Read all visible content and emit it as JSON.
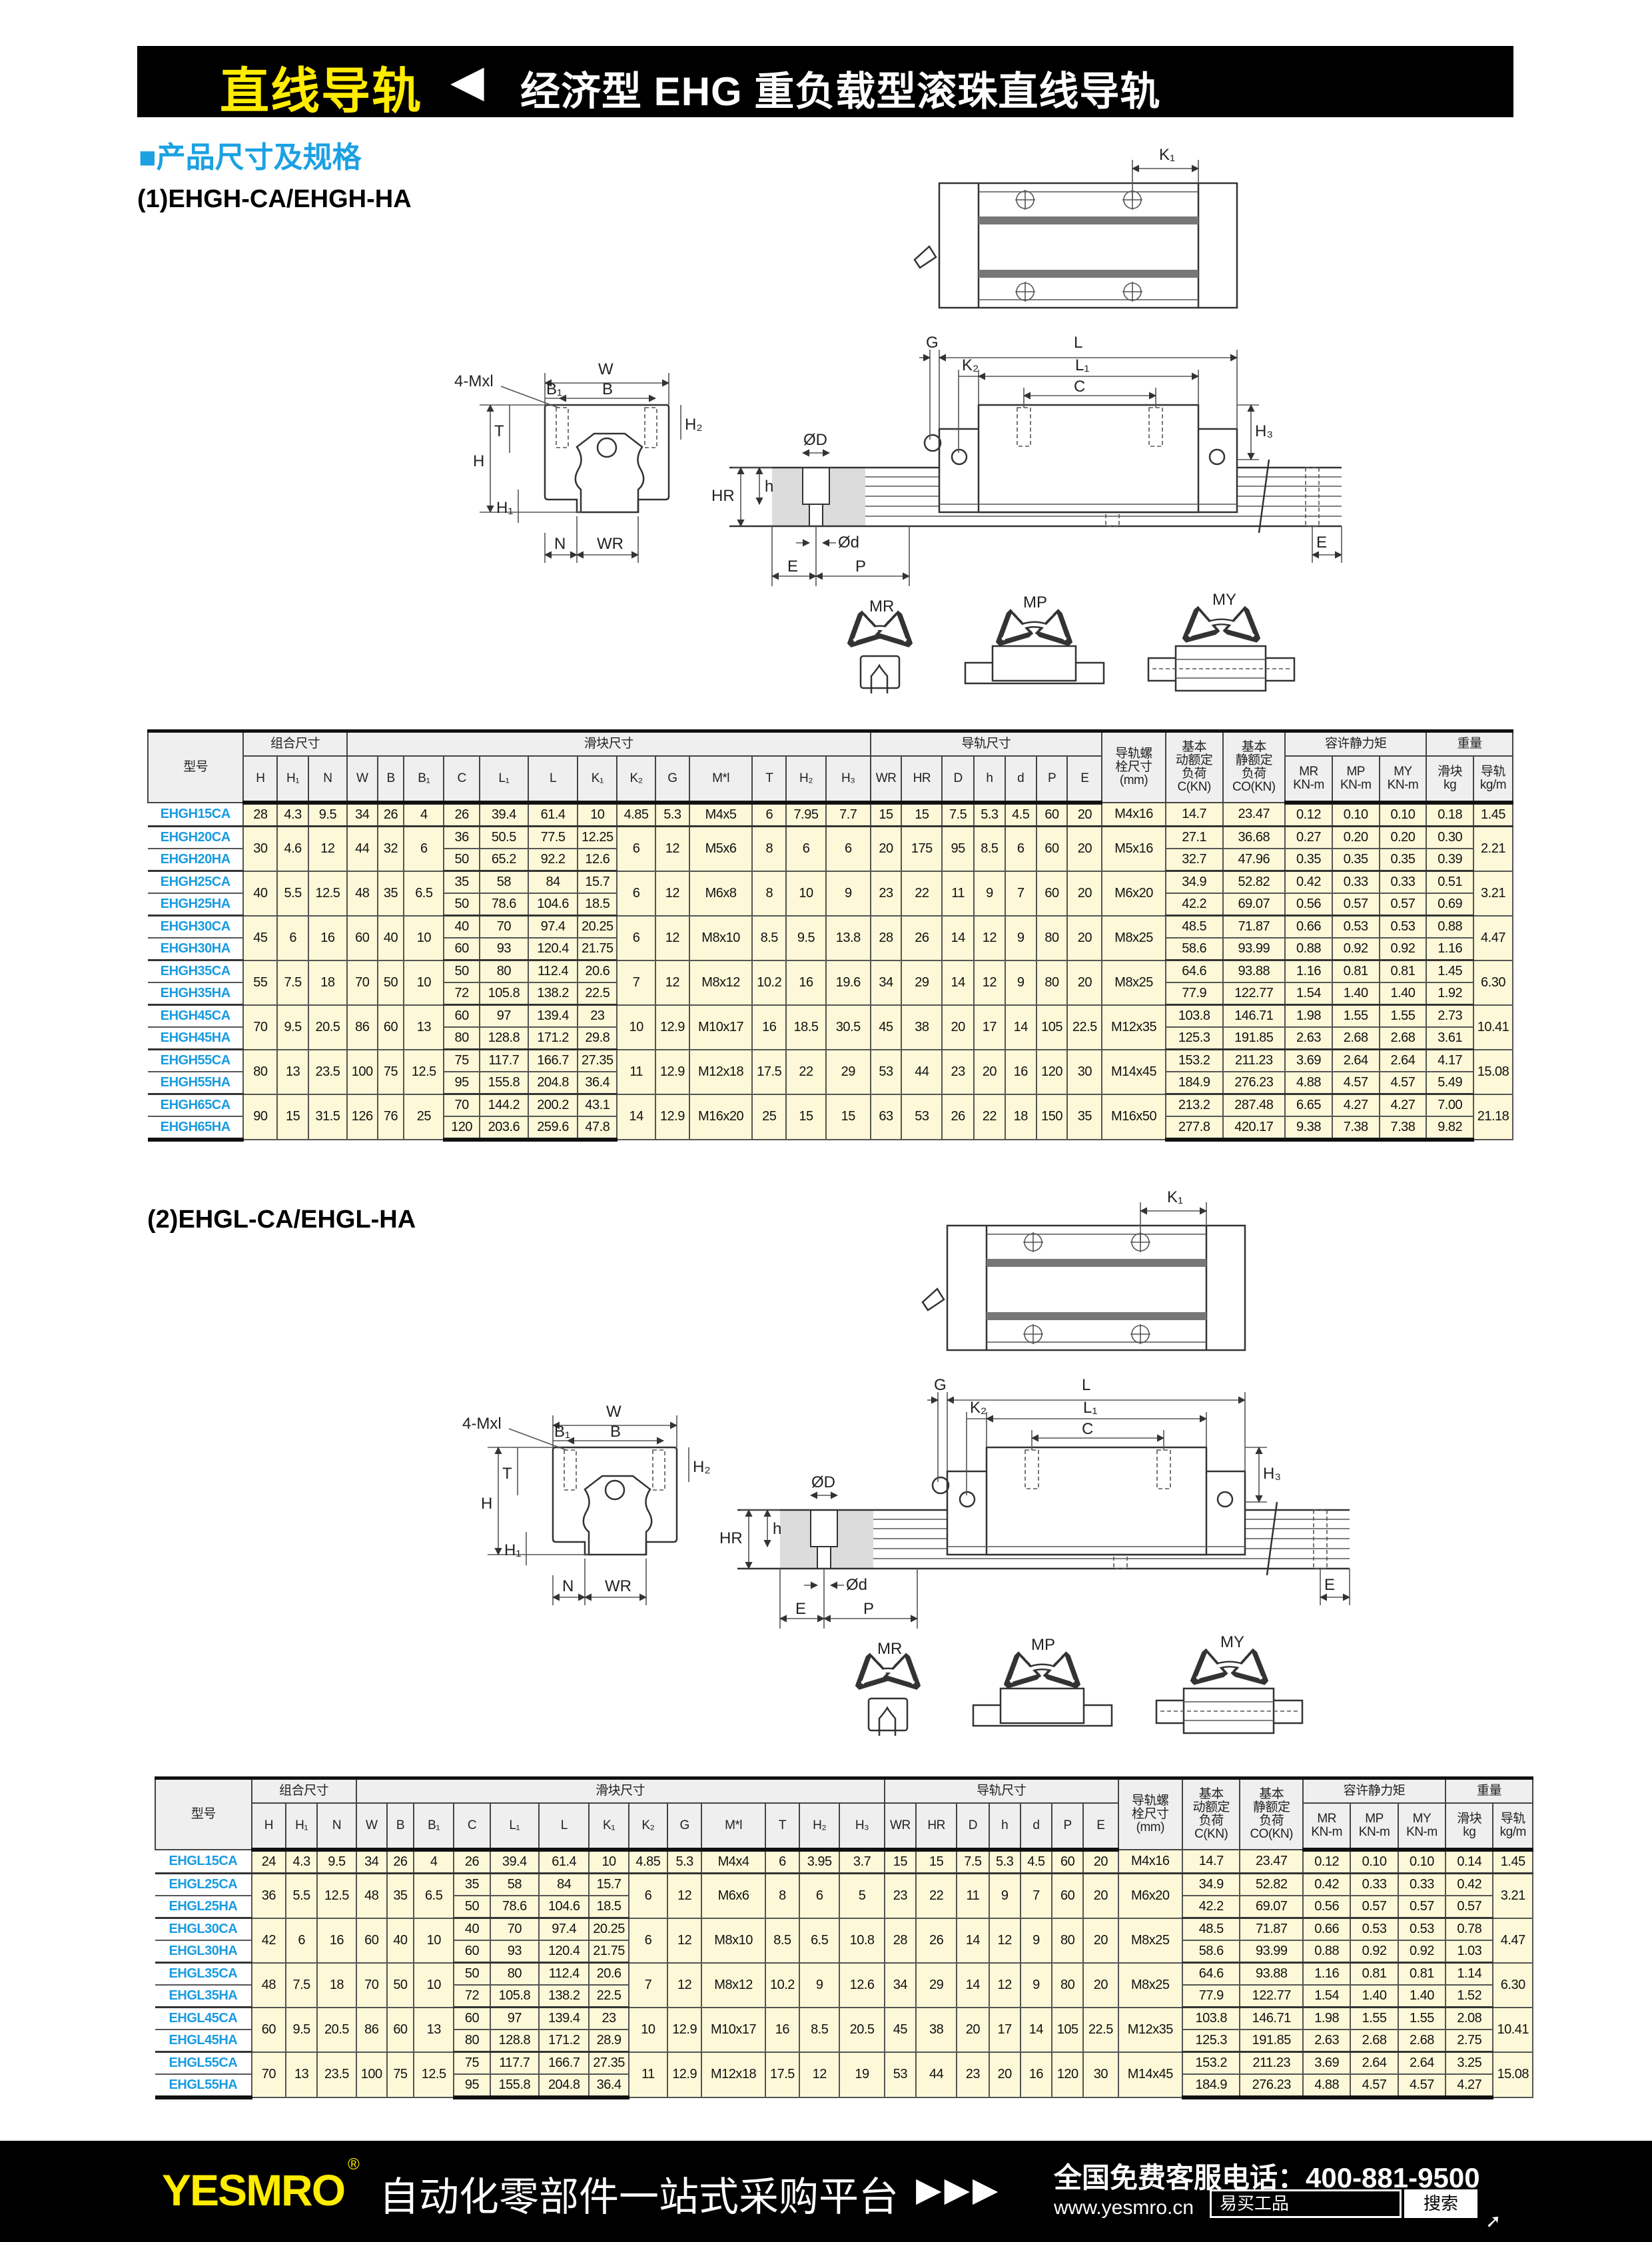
{
  "header": {
    "category": "直线导轨",
    "arrow": "◀",
    "title": "经济型 EHG 重负载型滚珠直线导轨"
  },
  "section_title": "■产品尺寸及规格",
  "series": [
    {
      "title": "(1)EHGH-CA/EHGH-HA"
    },
    {
      "title": "(2)EHGL-CA/EHGL-HA"
    }
  ],
  "diagram": {
    "K1": "K₁",
    "W": "W",
    "B1": "B₁",
    "B": "B",
    "Mxl": "4-Mxl",
    "H": "H",
    "T": "T",
    "H1": "H₁",
    "H2": "H₂",
    "N": "N",
    "WR": "WR",
    "G": "G",
    "L": "L",
    "K2": "K₂",
    "L1": "L₁",
    "C": "C",
    "H3": "H₃",
    "OD": "ØD",
    "h": "h",
    "HR": "HR",
    "Od": "Ød",
    "E": "E",
    "P": "P",
    "MR": "MR",
    "MP": "MP",
    "MY": "MY"
  },
  "table_header": {
    "model": "型号",
    "combo": "组合尺寸",
    "slider": "滑块尺寸",
    "rail": "导轨尺寸",
    "bolt": "导轨螺\n栓尺寸\n(mm)",
    "dyn": "基本\n动额定\n负荷\nC(KN)",
    "static": "基本\n静额定\n负荷\nCO(KN)",
    "moment": "容许静力矩",
    "weight": "重量",
    "cols": [
      "H",
      "H₁",
      "N",
      "W",
      "B",
      "B₁",
      "C",
      "L₁",
      "L",
      "K₁",
      "K₂",
      "G",
      "M*l",
      "T",
      "H₂",
      "H₃",
      "WR",
      "HR",
      "D",
      "h",
      "d",
      "P",
      "E"
    ],
    "moment_cols": [
      "MR\nKN-m",
      "MP\nKN-m",
      "MY\nKN-m"
    ],
    "weight_cols": [
      "滑块\nkg",
      "导轨\nkg/m"
    ]
  },
  "tables": [
    {
      "groups": [
        {
          "a": [
            "28",
            "4.3",
            "9.5",
            "34",
            "26",
            "4"
          ],
          "b": [
            "4.85",
            "5.3",
            "M4x5",
            "6",
            "7.95",
            "7.7",
            "15",
            "15",
            "7.5",
            "5.3",
            "4.5",
            "60",
            "20",
            "M4x16"
          ],
          "rail": "1.45",
          "rows": [
            [
              "EHGH15CA",
              "26",
              "39.4",
              "61.4",
              "10",
              "14.7",
              "23.47",
              "0.12",
              "0.10",
              "0.10",
              "0.18"
            ]
          ]
        },
        {
          "a": [
            "30",
            "4.6",
            "12",
            "44",
            "32",
            "6"
          ],
          "b": [
            "6",
            "12",
            "M5x6",
            "8",
            "6",
            "6",
            "20",
            "175",
            "95",
            "8.5",
            "6",
            "60",
            "20",
            "M5x16"
          ],
          "rail": "2.21",
          "rows": [
            [
              "EHGH20CA",
              "36",
              "50.5",
              "77.5",
              "12.25",
              "27.1",
              "36.68",
              "0.27",
              "0.20",
              "0.20",
              "0.30"
            ],
            [
              "EHGH20HA",
              "50",
              "65.2",
              "92.2",
              "12.6",
              "32.7",
              "47.96",
              "0.35",
              "0.35",
              "0.35",
              "0.39"
            ]
          ]
        },
        {
          "a": [
            "40",
            "5.5",
            "12.5",
            "48",
            "35",
            "6.5"
          ],
          "b": [
            "6",
            "12",
            "M6x8",
            "8",
            "10",
            "9",
            "23",
            "22",
            "11",
            "9",
            "7",
            "60",
            "20",
            "M6x20"
          ],
          "rail": "3.21",
          "rows": [
            [
              "EHGH25CA",
              "35",
              "58",
              "84",
              "15.7",
              "34.9",
              "52.82",
              "0.42",
              "0.33",
              "0.33",
              "0.51"
            ],
            [
              "EHGH25HA",
              "50",
              "78.6",
              "104.6",
              "18.5",
              "42.2",
              "69.07",
              "0.56",
              "0.57",
              "0.57",
              "0.69"
            ]
          ]
        },
        {
          "a": [
            "45",
            "6",
            "16",
            "60",
            "40",
            "10"
          ],
          "b": [
            "6",
            "12",
            "M8x10",
            "8.5",
            "9.5",
            "13.8",
            "28",
            "26",
            "14",
            "12",
            "9",
            "80",
            "20",
            "M8x25"
          ],
          "rail": "4.47",
          "rows": [
            [
              "EHGH30CA",
              "40",
              "70",
              "97.4",
              "20.25",
              "48.5",
              "71.87",
              "0.66",
              "0.53",
              "0.53",
              "0.88"
            ],
            [
              "EHGH30HA",
              "60",
              "93",
              "120.4",
              "21.75",
              "58.6",
              "93.99",
              "0.88",
              "0.92",
              "0.92",
              "1.16"
            ]
          ]
        },
        {
          "a": [
            "55",
            "7.5",
            "18",
            "70",
            "50",
            "10"
          ],
          "b": [
            "7",
            "12",
            "M8x12",
            "10.2",
            "16",
            "19.6",
            "34",
            "29",
            "14",
            "12",
            "9",
            "80",
            "20",
            "M8x25"
          ],
          "rail": "6.30",
          "rows": [
            [
              "EHGH35CA",
              "50",
              "80",
              "112.4",
              "20.6",
              "64.6",
              "93.88",
              "1.16",
              "0.81",
              "0.81",
              "1.45"
            ],
            [
              "EHGH35HA",
              "72",
              "105.8",
              "138.2",
              "22.5",
              "77.9",
              "122.77",
              "1.54",
              "1.40",
              "1.40",
              "1.92"
            ]
          ]
        },
        {
          "a": [
            "70",
            "9.5",
            "20.5",
            "86",
            "60",
            "13"
          ],
          "b": [
            "10",
            "12.9",
            "M10x17",
            "16",
            "18.5",
            "30.5",
            "45",
            "38",
            "20",
            "17",
            "14",
            "105",
            "22.5",
            "M12x35"
          ],
          "rail": "10.41",
          "rows": [
            [
              "EHGH45CA",
              "60",
              "97",
              "139.4",
              "23",
              "103.8",
              "146.71",
              "1.98",
              "1.55",
              "1.55",
              "2.73"
            ],
            [
              "EHGH45HA",
              "80",
              "128.8",
              "171.2",
              "29.8",
              "125.3",
              "191.85",
              "2.63",
              "2.68",
              "2.68",
              "3.61"
            ]
          ]
        },
        {
          "a": [
            "80",
            "13",
            "23.5",
            "100",
            "75",
            "12.5"
          ],
          "b": [
            "11",
            "12.9",
            "M12x18",
            "17.5",
            "22",
            "29",
            "53",
            "44",
            "23",
            "20",
            "16",
            "120",
            "30",
            "M14x45"
          ],
          "rail": "15.08",
          "rows": [
            [
              "EHGH55CA",
              "75",
              "117.7",
              "166.7",
              "27.35",
              "153.2",
              "211.23",
              "3.69",
              "2.64",
              "2.64",
              "4.17"
            ],
            [
              "EHGH55HA",
              "95",
              "155.8",
              "204.8",
              "36.4",
              "184.9",
              "276.23",
              "4.88",
              "4.57",
              "4.57",
              "5.49"
            ]
          ]
        },
        {
          "a": [
            "90",
            "15",
            "31.5",
            "126",
            "76",
            "25"
          ],
          "b": [
            "14",
            "12.9",
            "M16x20",
            "25",
            "15",
            "15",
            "63",
            "53",
            "26",
            "22",
            "18",
            "150",
            "35",
            "M16x50"
          ],
          "rail": "21.18",
          "rows": [
            [
              "EHGH65CA",
              "70",
              "144.2",
              "200.2",
              "43.1",
              "213.2",
              "287.48",
              "6.65",
              "4.27",
              "4.27",
              "7.00"
            ],
            [
              "EHGH65HA",
              "120",
              "203.6",
              "259.6",
              "47.8",
              "277.8",
              "420.17",
              "9.38",
              "7.38",
              "7.38",
              "9.82"
            ]
          ]
        }
      ]
    },
    {
      "groups": [
        {
          "a": [
            "24",
            "4.3",
            "9.5",
            "34",
            "26",
            "4"
          ],
          "b": [
            "4.85",
            "5.3",
            "M4x4",
            "6",
            "3.95",
            "3.7",
            "15",
            "15",
            "7.5",
            "5.3",
            "4.5",
            "60",
            "20",
            "M4x16"
          ],
          "rail": "1.45",
          "rows": [
            [
              "EHGL15CA",
              "26",
              "39.4",
              "61.4",
              "10",
              "14.7",
              "23.47",
              "0.12",
              "0.10",
              "0.10",
              "0.14"
            ]
          ]
        },
        {
          "a": [
            "36",
            "5.5",
            "12.5",
            "48",
            "35",
            "6.5"
          ],
          "b": [
            "6",
            "12",
            "M6x6",
            "8",
            "6",
            "5",
            "23",
            "22",
            "11",
            "9",
            "7",
            "60",
            "20",
            "M6x20"
          ],
          "rail": "3.21",
          "rows": [
            [
              "EHGL25CA",
              "35",
              "58",
              "84",
              "15.7",
              "34.9",
              "52.82",
              "0.42",
              "0.33",
              "0.33",
              "0.42"
            ],
            [
              "EHGL25HA",
              "50",
              "78.6",
              "104.6",
              "18.5",
              "42.2",
              "69.07",
              "0.56",
              "0.57",
              "0.57",
              "0.57"
            ]
          ]
        },
        {
          "a": [
            "42",
            "6",
            "16",
            "60",
            "40",
            "10"
          ],
          "b": [
            "6",
            "12",
            "M8x10",
            "8.5",
            "6.5",
            "10.8",
            "28",
            "26",
            "14",
            "12",
            "9",
            "80",
            "20",
            "M8x25"
          ],
          "rail": "4.47",
          "rows": [
            [
              "EHGL30CA",
              "40",
              "70",
              "97.4",
              "20.25",
              "48.5",
              "71.87",
              "0.66",
              "0.53",
              "0.53",
              "0.78"
            ],
            [
              "EHGL30HA",
              "60",
              "93",
              "120.4",
              "21.75",
              "58.6",
              "93.99",
              "0.88",
              "0.92",
              "0.92",
              "1.03"
            ]
          ]
        },
        {
          "a": [
            "48",
            "7.5",
            "18",
            "70",
            "50",
            "10"
          ],
          "b": [
            "7",
            "12",
            "M8x12",
            "10.2",
            "9",
            "12.6",
            "34",
            "29",
            "14",
            "12",
            "9",
            "80",
            "20",
            "M8x25"
          ],
          "rail": "6.30",
          "rows": [
            [
              "EHGL35CA",
              "50",
              "80",
              "112.4",
              "20.6",
              "64.6",
              "93.88",
              "1.16",
              "0.81",
              "0.81",
              "1.14"
            ],
            [
              "EHGL35HA",
              "72",
              "105.8",
              "138.2",
              "22.5",
              "77.9",
              "122.77",
              "1.54",
              "1.40",
              "1.40",
              "1.52"
            ]
          ]
        },
        {
          "a": [
            "60",
            "9.5",
            "20.5",
            "86",
            "60",
            "13"
          ],
          "b": [
            "10",
            "12.9",
            "M10x17",
            "16",
            "8.5",
            "20.5",
            "45",
            "38",
            "20",
            "17",
            "14",
            "105",
            "22.5",
            "M12x35"
          ],
          "rail": "10.41",
          "rows": [
            [
              "EHGL45CA",
              "60",
              "97",
              "139.4",
              "23",
              "103.8",
              "146.71",
              "1.98",
              "1.55",
              "1.55",
              "2.08"
            ],
            [
              "EHGL45HA",
              "80",
              "128.8",
              "171.2",
              "28.9",
              "125.3",
              "191.85",
              "2.63",
              "2.68",
              "2.68",
              "2.75"
            ]
          ]
        },
        {
          "a": [
            "70",
            "13",
            "23.5",
            "100",
            "75",
            "12.5"
          ],
          "b": [
            "11",
            "12.9",
            "M12x18",
            "17.5",
            "12",
            "19",
            "53",
            "44",
            "23",
            "20",
            "16",
            "120",
            "30",
            "M14x45"
          ],
          "rail": "15.08",
          "rows": [
            [
              "EHGL55CA",
              "75",
              "117.7",
              "166.7",
              "27.35",
              "153.2",
              "211.23",
              "3.69",
              "2.64",
              "2.64",
              "3.25"
            ],
            [
              "EHGL55HA",
              "95",
              "155.8",
              "204.8",
              "36.4",
              "184.9",
              "276.23",
              "4.88",
              "4.57",
              "4.57",
              "4.27"
            ]
          ]
        }
      ]
    }
  ],
  "footer": {
    "logo": "YESMRO",
    "registered": "®",
    "slogan": "自动化零部件一站式采购平台",
    "arrows": "▶▶▶",
    "phone": "全国免费客服电话：400-881-9500",
    "website": "www.yesmro.cn",
    "search_value": "易买工品",
    "search_button": "搜索"
  },
  "colors": {
    "brand_yellow": "#ffec00",
    "accent_blue": "#1ba1e2",
    "cell_bg": "#fdf8d8"
  }
}
